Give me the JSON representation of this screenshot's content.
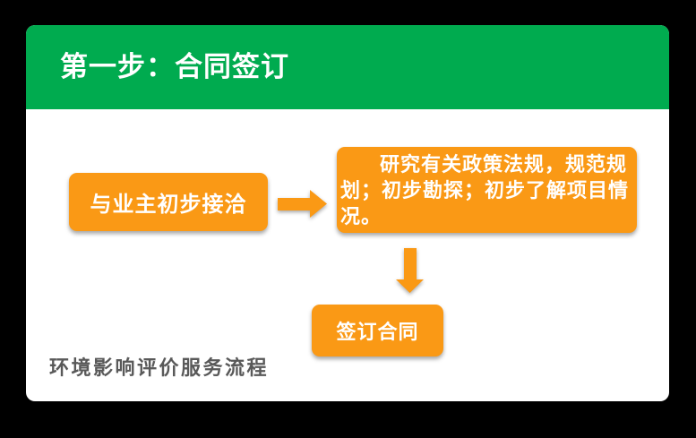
{
  "header": {
    "title": "第一步：合同签订"
  },
  "flow": {
    "node1": "与业主初步接洽",
    "node2": "研究有关政策法规，规范规划；初步勘探；初步了解项目情况。",
    "node3": "签订合同"
  },
  "caption": "环境影响评价服务流程",
  "colors": {
    "background": "#000000",
    "green": "#00AB4F",
    "orange": "#FA9915",
    "box_text": "#FFFFFF",
    "caption_gray": "#595959"
  }
}
